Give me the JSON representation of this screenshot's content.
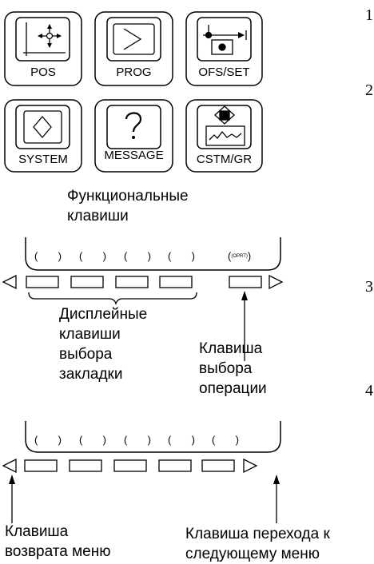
{
  "function_keys": [
    {
      "id": "pos",
      "label": "POS",
      "icon": "position-crosshair-icon"
    },
    {
      "id": "prog",
      "label": "PROG",
      "icon": "program-screen-icon"
    },
    {
      "id": "ofs_set",
      "label": "OFS/SET",
      "icon": "offset-tool-icon"
    },
    {
      "id": "system",
      "label": "SYSTEM",
      "icon": "system-diamond-icon"
    },
    {
      "id": "message",
      "label": "MESSAGE",
      "icon": "question-mark-icon"
    },
    {
      "id": "cstm_gr",
      "label": "CSTM/GR",
      "icon": "custom-graph-icon"
    }
  ],
  "function_keys_caption": [
    "Функциональные",
    "клавиши"
  ],
  "screen1": {
    "operation_key_label": "(OPRT)"
  },
  "soft_keys_caption": [
    "Дисплейные",
    "клавиши",
    "выбора",
    "закладки"
  ],
  "operation_key_caption": [
    "Клавиша",
    "выбора",
    "операции"
  ],
  "return_key_caption": [
    "Клавиша",
    "возврата меню"
  ],
  "next_key_caption": [
    "Клавиша перехода к",
    "следующему меню"
  ],
  "step_numbers": [
    "1",
    "2",
    "3",
    "4"
  ],
  "colors": {
    "line": "#000000",
    "background": "#ffffff"
  }
}
